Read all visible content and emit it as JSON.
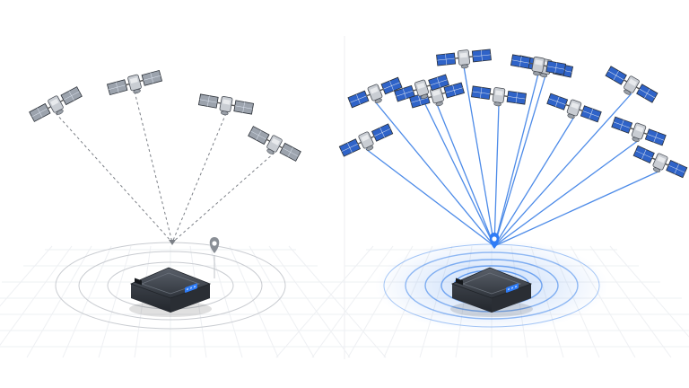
{
  "colors": {
    "background": "#ffffff",
    "grey_panel": "#9ca3ad",
    "blue_panel": "#2f63c8",
    "blue_line": "#4d8be8",
    "dashed_line": "#7b7f86",
    "ring_grey": "#c9ccd1",
    "ring_blue": "#5b97ee",
    "device_body": "#3a3f47",
    "device_led": "#2f7cf6",
    "pin_grey": "#8a8f96",
    "pin_blue": "#2f7cf6"
  },
  "icons": {
    "satellite": "satellite-icon",
    "device": "gps-tracker-device",
    "pin": "location-pin-icon"
  },
  "panels": [
    {
      "id": "left",
      "style": "few-satellites-dashed",
      "satellite_count": 4,
      "line_style": "dashed",
      "rings_highlighted": false
    },
    {
      "id": "right",
      "style": "many-satellites-solid",
      "satellite_count": 12,
      "line_style": "solid",
      "rings_highlighted": true
    }
  ]
}
